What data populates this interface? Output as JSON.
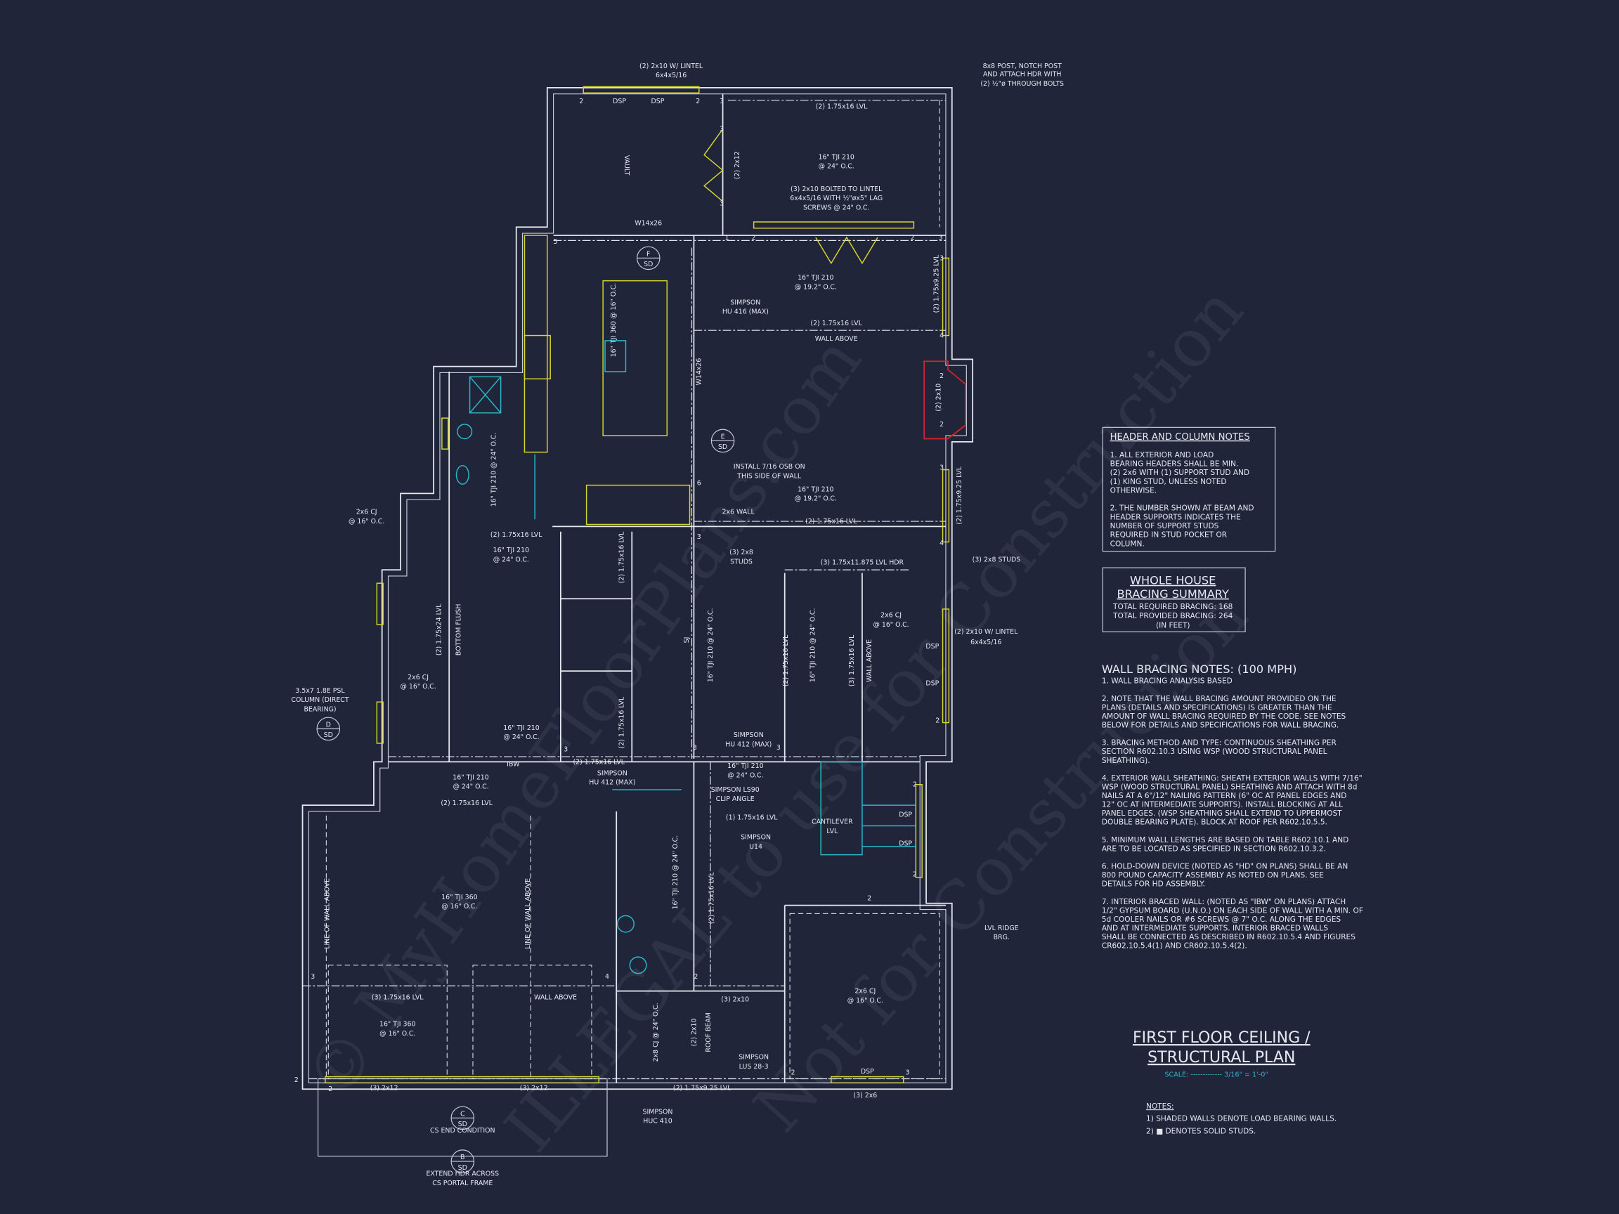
{
  "watermark": [
    "© MyHomeFloorPlans.com",
    "ILLEGAL to use for Construction",
    "Not for Construction"
  ],
  "plan": {
    "labels": [
      "(2) 2x10 W/ LINTEL",
      "6x4x5/16",
      "8x8 POST, NOTCH POST",
      "AND ATTACH HDR WITH",
      "(2) ½\"ø THROUGH BOLTS",
      "(2) 1.75x16 LVL",
      "VAULT",
      "16\" TJI 210",
      "@ 24\" O.C.",
      "(2) 2x12",
      "(3) 2x10 BOLTED TO LINTEL",
      "6x4x5/16 WITH ½\"øx5\" LAG",
      "SCREWS @ 24\" O.C.",
      "W14x26",
      "16\" TJI 210",
      "@ 19.2\" O.C.",
      "SIMPSON",
      "HU 416 (MAX)",
      "(2) 1.75x16 LVL",
      "WALL ABOVE",
      "16\" TJI 360 @ 16\" O.C.",
      "W14x26",
      "(2) 1.75x9.25 LVL",
      "(2) 2x10",
      "INSTALL 7/16 OSB ON",
      "THIS SIDE OF WALL",
      "16\" TJI 210",
      "@ 19.2\" O.C.",
      "2x6 WALL",
      "(2) 1.75x16 LVL",
      "(2) 1.75x9.25 LVL",
      "16\" TJI 210 @ 24\" O.C.",
      "2x6 CJ",
      "@ 16\" O.C.",
      "(2) 1.75x16 LVL",
      "16\" TJI 210",
      "@ 24\" O.C.",
      "(3) 2x8",
      "STUDS",
      "(3) 1.75x11.875 LVL HDR",
      "(3) 2x8 STUDS",
      "(2) 1.75x24 LVL",
      "BOTTOM FLUSH",
      "2x6 CJ",
      "@ 16\" O.C.",
      "(2) 2x10 W/ LINTEL",
      "6x4x5/16",
      "DSP",
      "DSP",
      "2x6 CJ",
      "@ 16\" O.C.",
      "3.5x7 1.8E PSL",
      "COLUMN (DIRECT",
      "BEARING)",
      "SJ",
      "16\" TJI 210 @ 24\" O.C.",
      "16\" TJI 210 @ 24\" O.C.",
      "(2) 1.75x16 LVL",
      "(3) 1.75x16 LVL",
      "WALL ABOVE",
      "(2) 1.75x16 LVL",
      "(2) 1.75x16 LVL",
      "16\" TJI 210",
      "@ 24\" O.C.",
      "SIMPSON",
      "HU 412 (MAX)",
      "IBW",
      "(2) 1.75x16 LVL",
      "SIMPSON",
      "HU 412 (MAX)",
      "16\" TJI 210",
      "@ 24\" O.C.",
      "16\" TJI 210",
      "@ 24\" O.C.",
      "SIMPSON LS90",
      "CLIP ANGLE",
      "(2) 1.75x16 LVL",
      "(1) 1.75x16 LVL",
      "CANTILEVER",
      "LVL",
      "SIMPSON",
      "U14",
      "DSP",
      "DSP",
      "LINE OF WALL ABOVE",
      "LINE OF WALL ABOVE",
      "16\" TJI 360",
      "@ 16\" O.C.",
      "16\" TJI 210 @ 24\" O.C.",
      "(2) 1.75x16 LVL",
      "LVL RIDGE",
      "BRG.",
      "(3) 1.75x16 LVL",
      "WALL ABOVE",
      "(3) 2x10",
      "2x6 CJ",
      "@ 16\" O.C.",
      "16\" TJI 360",
      "@ 16\" O.C.",
      "2x8 CJ @ 24\" O.C.",
      "(2) 2x10",
      "ROOF BEAM",
      "SIMPSON",
      "LUS 28-3",
      "(3) 2x12",
      "(3) 2x12",
      "(2) 1.75x9.25 LVL",
      "DSP",
      "(3) 2x6",
      "SIMPSON",
      "HUC 410",
      "CS END CONDITION",
      "EXTEND HDR ACROSS",
      "CS PORTAL FRAME",
      "2",
      "DSP",
      "DSP",
      "2",
      "3",
      "3",
      "3",
      "1",
      "2",
      "2",
      "3",
      "5",
      "3",
      "4",
      "2",
      "2",
      "3",
      "4",
      "6",
      "3",
      "3",
      "3",
      "3",
      "2",
      "2",
      "2",
      "2",
      "2",
      "3",
      "3",
      "4",
      "2",
      "2",
      "2",
      "2",
      "2"
    ],
    "sections": [
      {
        "letter": "F",
        "sheet": "SD"
      },
      {
        "letter": "E",
        "sheet": "SD"
      },
      {
        "letter": "D",
        "sheet": "SD"
      },
      {
        "letter": "C",
        "sheet": "SD"
      },
      {
        "letter": "B",
        "sheet": "SD"
      }
    ]
  },
  "header_column_notes": {
    "title": "HEADER AND COLUMN NOTES",
    "lines": [
      "1. ALL EXTERIOR AND LOAD",
      "BEARING HEADERS SHALL BE MIN.",
      "(2) 2x6 WITH (1) SUPPORT STUD AND",
      "(1) KING STUD, UNLESS NOTED",
      "OTHERWISE.",
      "",
      "2. THE NUMBER SHOWN AT BEAM AND",
      "HEADER SUPPORTS INDICATES THE",
      "NUMBER OF SUPPORT STUDS",
      "REQUIRED IN STUD POCKET OR",
      "COLUMN."
    ]
  },
  "bracing_summary": {
    "title_1": "WHOLE HOUSE",
    "title_2": "BRACING SUMMARY",
    "required": "TOTAL REQUIRED BRACING: 168",
    "provided": "TOTAL PROVIDED BRACING: 264",
    "unit": "(IN FEET)"
  },
  "wall_bracing_notes": {
    "title": "WALL BRACING NOTES: (100 MPH)",
    "lines": [
      "1. WALL BRACING ANALYSIS BASED",
      "",
      "2. NOTE THAT THE WALL BRACING AMOUNT PROVIDED ON THE",
      "PLANS (DETAILS AND SPECIFICATIONS) IS GREATER THAN THE",
      "AMOUNT OF WALL BRACING REQUIRED BY THE CODE. SEE NOTES",
      "BELOW FOR DETAILS AND SPECIFICATIONS FOR WALL BRACING.",
      "",
      "3. BRACING METHOD AND TYPE: CONTINUOUS SHEATHING PER",
      "SECTION R602.10.3 USING WSP (WOOD STRUCTURAL PANEL",
      "SHEATHING).",
      "",
      "4. EXTERIOR WALL SHEATHING: SHEATH EXTERIOR WALLS WITH 7/16\"",
      "WSP (WOOD STRUCTURAL PANEL) SHEATHING AND ATTACH WITH 8d",
      "NAILS AT A 6\"/12\" NAILING PATTERN (6\" OC AT PANEL EDGES AND",
      "12\" OC AT INTERMEDIATE SUPPORTS). INSTALL BLOCKING AT ALL",
      "PANEL EDGES. (WSP SHEATHING SHALL EXTEND TO UPPERMOST",
      "DOUBLE BEARING PLATE). BLOCK AT ROOF PER R602.10.5.5.",
      "",
      "5. MINIMUM WALL LENGTHS ARE BASED ON TABLE R602.10.1 AND",
      "ARE TO BE LOCATED AS SPECIFIED IN SECTION R602.10.3.2.",
      "",
      "6. HOLD-DOWN DEVICE (NOTED AS \"HD\" ON PLANS) SHALL BE AN",
      "800 POUND CAPACITY ASSEMBLY AS NOTED ON PLANS. SEE",
      "DETAILS FOR HD ASSEMBLY.",
      "",
      "7. INTERIOR BRACED WALL: (NOTED AS \"IBW\" ON PLANS) ATTACH",
      "1/2\" GYPSUM BOARD (U.N.O.) ON EACH SIDE OF WALL WITH A MIN. OF",
      "5d COOLER NAILS OR #6 SCREWS @ 7\" O.C. ALONG THE EDGES",
      "AND AT INTERMEDIATE SUPPORTS.  INTERIOR BRACED WALLS",
      "SHALL BE CONNECTED AS DESCRIBED IN R602.10.5.4 AND FIGURES",
      "CR602.10.5.4(1) AND CR602.10.5.4(2)."
    ]
  },
  "title_block": {
    "title_1": "FIRST FLOOR CEILING /",
    "title_2": "STRUCTURAL PLAN",
    "scale": "SCALE: ------------- 3/16\" = 1'-0\"",
    "notes_title": "NOTES:",
    "notes": [
      "1) SHADED WALLS DENOTE LOAD BEARING WALLS.",
      "2) ■ DENOTES SOLID STUDS."
    ]
  },
  "colors": {
    "background": "#20253a",
    "lines": "#e6e8f0",
    "yellow": "#d6d62c",
    "cyan": "#2ab8c8",
    "red": "#d42424"
  }
}
